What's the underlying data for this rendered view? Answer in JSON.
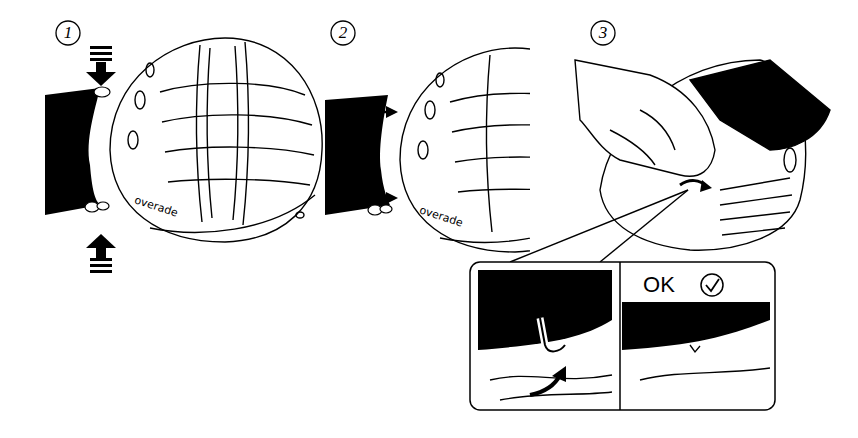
{
  "diagram": {
    "labels": [
      "1",
      "2",
      "3",
      "overade",
      "overade",
      "OK"
    ]
  }
}
